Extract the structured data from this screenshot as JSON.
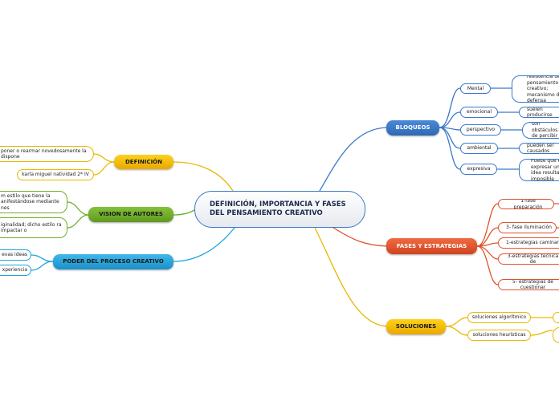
{
  "center": {
    "title": "DEFINICIÓN, IMPORTANCIA Y FASES DEL PENSAMIENTO CREATIVO"
  },
  "colors": {
    "blue": "#3a79c9",
    "red": "#e0522c",
    "yellow": "#e8b800",
    "green": "#6fae2a",
    "cyan": "#1fa3dd"
  },
  "branches": {
    "bloqueos": {
      "label": "BLOQUEOS",
      "children": [
        {
          "label": "Mental",
          "detail": "es una resistencia del pensamiento creativo; mecanismo de defensa automáticamente"
        },
        {
          "label": "emocional",
          "detail": "suelen producirse"
        },
        {
          "label": "perspectivo",
          "detail": "son obstáculos de percibir el"
        },
        {
          "label": "ambiental",
          "detail": "pueden ser causados"
        },
        {
          "label": "expresiva",
          "detail": "Puede que el expresar una idea resulta imposible"
        }
      ]
    },
    "fases": {
      "label": "FASES Y ESTRATEGIAS",
      "children": [
        {
          "label": "1-fase preparación"
        },
        {
          "label": "3- fase  iluminación"
        },
        {
          "label": "1-estrategias caminar"
        },
        {
          "label": "3-estrategias técnica de"
        },
        {
          "label": "5- estrategias de cuestionar"
        }
      ]
    },
    "soluciones": {
      "label": "SOLUCIONES",
      "children": [
        {
          "label": "soluciones algorítmico"
        },
        {
          "label": "soluciones heurísticas"
        }
      ]
    },
    "definicion": {
      "label": "DEFINICIÓN",
      "children": [
        {
          "label": "poner o rearmar novedosamente la dispone"
        },
        {
          "label": "karla miguel natividad 2* IV"
        }
      ]
    },
    "vision": {
      "label": "VISION DE AUTORES",
      "children": [
        {
          "label": "m estilo que tiene la anifestándose mediante nes"
        },
        {
          "label": "iginalidad; dicho estilo ra impactar o"
        }
      ]
    },
    "poder": {
      "label": "PODER DEL PROCESO CREATIVO",
      "children": [
        {
          "label": "evas ideas"
        },
        {
          "label": "xperiencia"
        }
      ]
    }
  }
}
